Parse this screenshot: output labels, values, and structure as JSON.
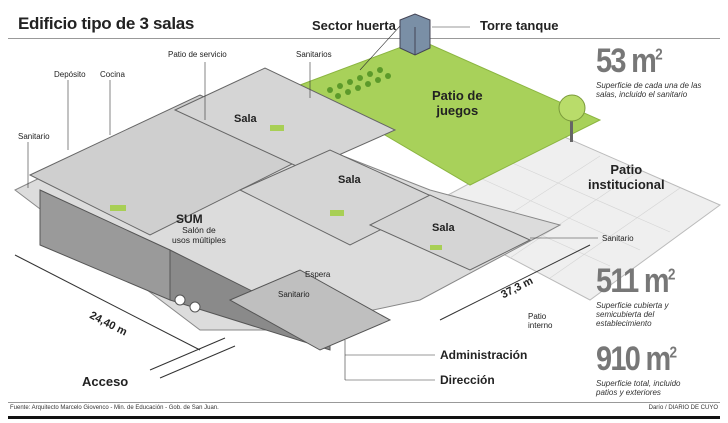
{
  "title": "Edificio tipo de 3 salas",
  "labels": {
    "sector_huerta": "Sector huerta",
    "torre_tanque": "Torre tanque",
    "patio_servicio": "Patio de servicio",
    "sanitarios": "Sanitarios",
    "deposito": "Depósito",
    "cocina": "Cocina",
    "sanitario_left": "Sanitario",
    "sala1": "Sala",
    "sala2": "Sala",
    "sala3": "Sala",
    "patio_juegos_1": "Patio de",
    "patio_juegos_2": "juegos",
    "patio_inst_1": "Patio",
    "patio_inst_2": "institucional",
    "sum": "SUM",
    "sum_desc_1": "Salón de",
    "sum_desc_2": "usos múltiples",
    "espera": "Espera",
    "sanitario_center": "Sanitario",
    "sanitario_right": "Sanitario",
    "patio_interno_1": "Patio",
    "patio_interno_2": "interno",
    "administracion": "Administración",
    "direccion": "Dirección",
    "acceso": "Acceso",
    "dim_width": "24,40 m",
    "dim_length": "37,3 m"
  },
  "stats": [
    {
      "value": "53 m",
      "sup": "2",
      "desc": "Superficie de cada una de las salas, incluido el sanitario"
    },
    {
      "value": "511 m",
      "sup": "2",
      "desc": "Superficie cubierta y semicubierta del establecimiento"
    },
    {
      "value": "910 m",
      "sup": "2",
      "desc": "Superficie total, incluido patios y exteriores"
    }
  ],
  "footer": {
    "source": "Fuente: Arquitecto Marcelo Giovenco - Min. de Educación - Gob. de San Juan.",
    "credit": "Darío / DIARIO DE CUYO"
  },
  "colors": {
    "grass": "#a8d15a",
    "building": "#c9c9c9",
    "wall": "#8c8c8c",
    "stat": "#777777"
  }
}
